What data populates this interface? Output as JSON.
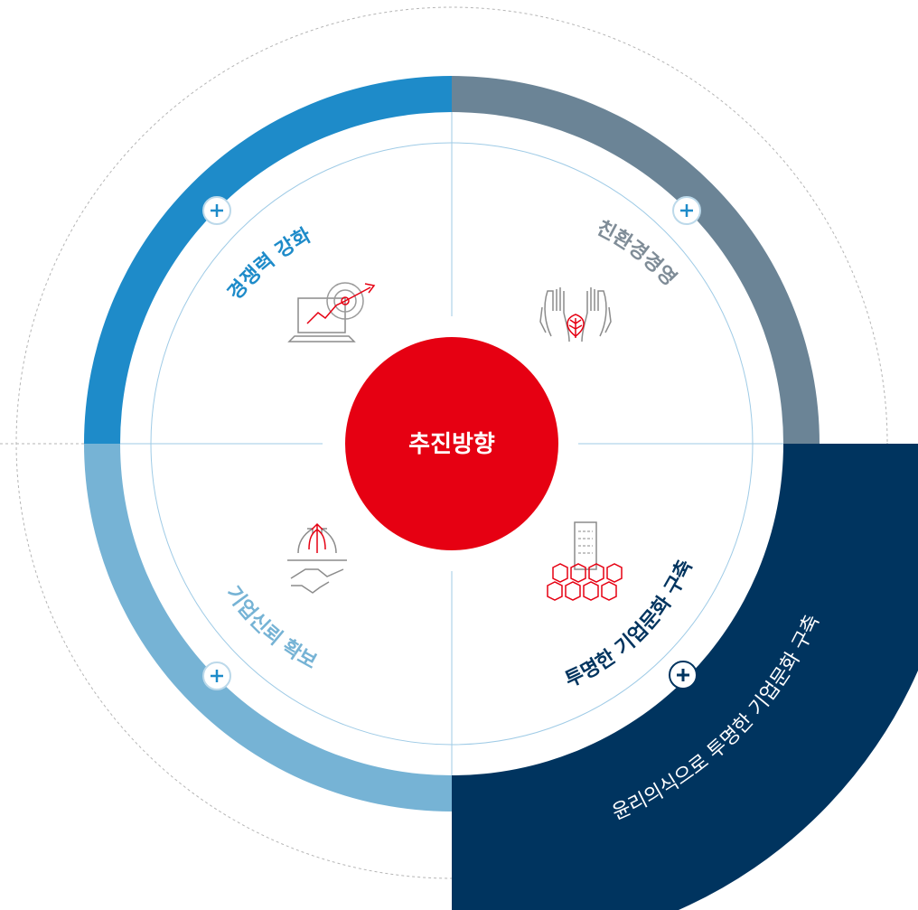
{
  "center": {
    "label": "추진방향",
    "color": "#e60012"
  },
  "quadrants": [
    {
      "key": "competitiveness",
      "label": "경쟁력 강화",
      "color": "#1e8bc9",
      "text_color": "#1e8bc9",
      "icon": "laptop-target-chart-icon"
    },
    {
      "key": "environment",
      "label": "친환경경영",
      "color": "#6b8496",
      "text_color": "#7f8c97",
      "icon": "hands-leaf-icon"
    },
    {
      "key": "transparency",
      "label": "투명한 기업문화 구축",
      "color": "#00345f",
      "text_color": "#00345f",
      "icon": "buildings-people-icon"
    },
    {
      "key": "trust",
      "label": "기업신뢰 확보",
      "color": "#76b3d5",
      "text_color": "#76b3d5",
      "icon": "handshake-arrows-icon"
    }
  ],
  "detail_panel": {
    "text": "윤리의식으로 투명한 기업문화 구축",
    "color": "#00345f"
  },
  "accent_red": "#e60012",
  "line_color": "#9fcbe6"
}
